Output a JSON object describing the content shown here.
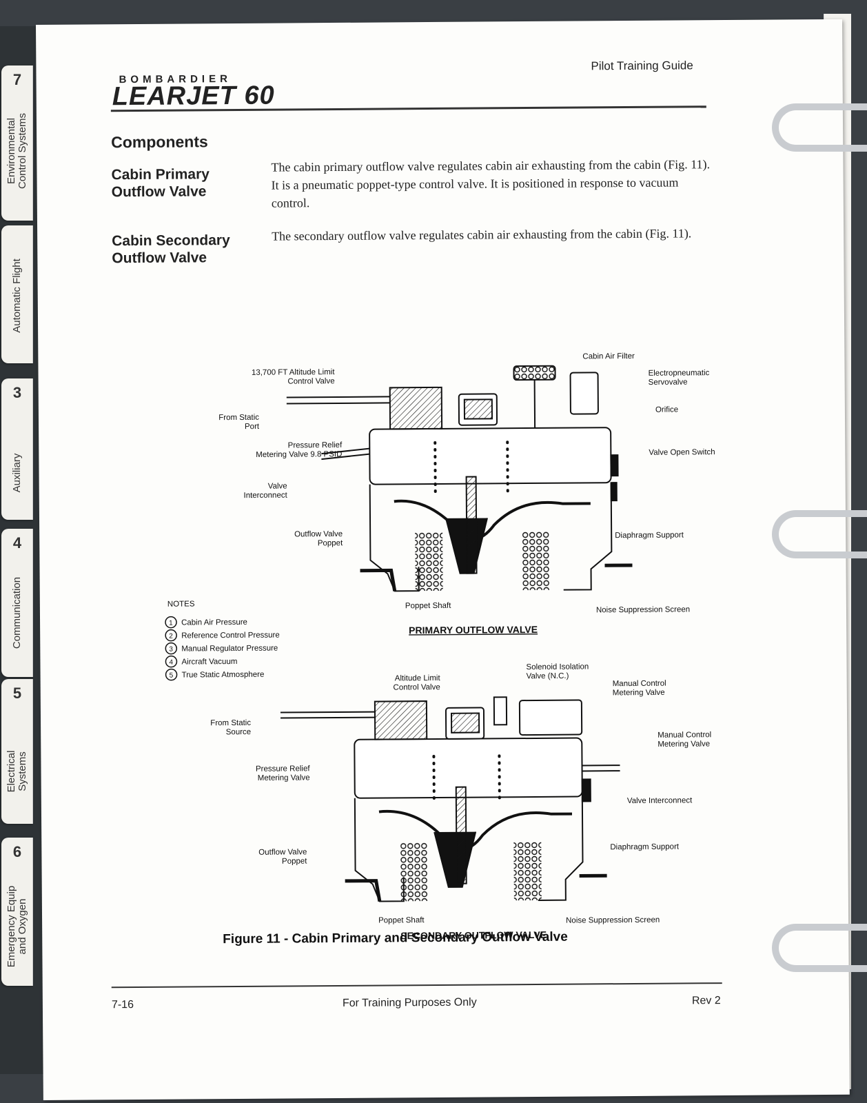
{
  "tabs": [
    {
      "num": "7",
      "label": "Environmental\nControl Systems"
    },
    {
      "num": "",
      "label": "Automatic Flight"
    },
    {
      "num": "3",
      "label": "Auxiliary"
    },
    {
      "num": "4",
      "label": "Communication"
    },
    {
      "num": "5",
      "label": "Electrical\nSystems"
    },
    {
      "num": "6",
      "label": "Emergency Equip\nand Oxygen"
    }
  ],
  "header": {
    "brand_top": "BOMBARDIER",
    "brand_main": "LEARJET 60",
    "guide_title": "Pilot Training Guide"
  },
  "section_title": "Components",
  "items": [
    {
      "title": "Cabin Primary Outflow Valve",
      "text": "The cabin primary outflow valve regulates cabin air exhausting from the cabin (Fig. 11). It is a pneumatic poppet-type control valve. It is positioned in response to vacuum control."
    },
    {
      "title": "Cabin Secondary Outflow Valve",
      "text": "The secondary outflow valve regulates cabin air exhausting from the cabin (Fig. 11)."
    }
  ],
  "figure": {
    "primary": {
      "title": "PRIMARY OUTFLOW VALVE",
      "labels": {
        "altitude_limit": "13,700 FT Altitude Limit\nControl Valve",
        "cabin_air_filter": "Cabin Air Filter",
        "servovalve": "Electropneumatic\nServovalve",
        "from_static": "From Static\nPort",
        "orifice": "Orifice",
        "pressure_relief": "Pressure Relief\nMetering Valve 9.8 PSID",
        "valve_open_switch": "Valve Open Switch",
        "valve_interconnect": "Valve\nInterconnect",
        "poppet": "Outflow Valve\nPoppet",
        "diaphragm": "Diaphragm Support",
        "poppet_shaft": "Poppet Shaft",
        "noise_screen": "Noise Suppression Screen"
      }
    },
    "secondary": {
      "title": "SECONDARY OUTFLOW VALVE",
      "labels": {
        "solenoid": "Solenoid Isolation\nValve (N.C.)",
        "altitude_limit": "Altitude Limit\nControl Valve",
        "manual_metering_1": "Manual Control\nMetering Valve",
        "from_static": "From Static\nSource",
        "manual_metering_2": "Manual Control\nMetering Valve",
        "pressure_relief": "Pressure Relief\nMetering Valve",
        "valve_interconnect": "Valve Interconnect",
        "diaphragm": "Diaphragm Support",
        "poppet": "Outflow Valve\nPoppet",
        "poppet_shaft": "Poppet Shaft",
        "noise_screen": "Noise Suppression Screen"
      }
    },
    "notes_title": "NOTES",
    "notes": [
      {
        "n": "1",
        "text": "Cabin Air Pressure"
      },
      {
        "n": "2",
        "text": "Reference Control Pressure"
      },
      {
        "n": "3",
        "text": "Manual Regulator Pressure"
      },
      {
        "n": "4",
        "text": "Aircraft Vacuum"
      },
      {
        "n": "5",
        "text": "True Static Atmosphere"
      }
    ],
    "caption": "Figure 11 - Cabin Primary and Secondary Outflow Valve"
  },
  "footer": {
    "page": "7-16",
    "center": "For Training Purposes Only",
    "rev": "Rev 2"
  }
}
